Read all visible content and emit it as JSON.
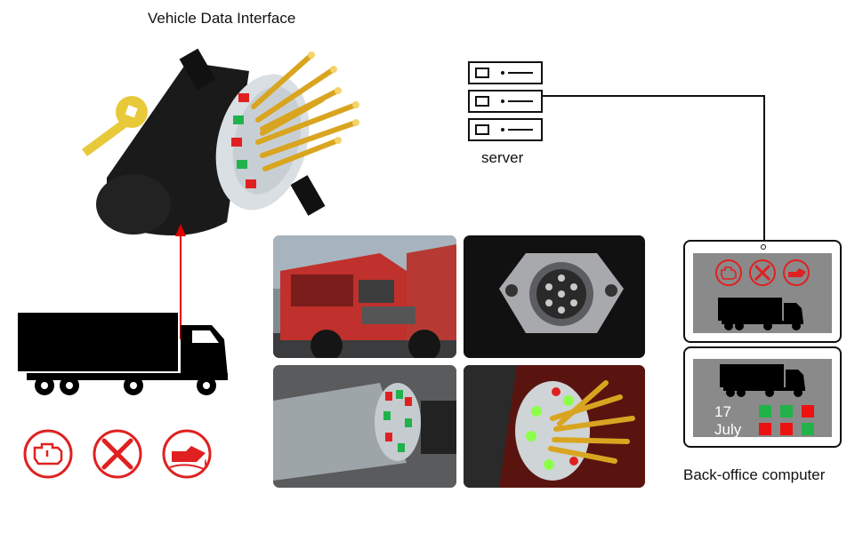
{
  "labels": {
    "vehicle_data_interface": "Vehicle Data Interface",
    "server": "server",
    "back_office_computer": "Back-office computer"
  },
  "screen_date": {
    "day": "17",
    "month": "July"
  },
  "status_grid": [
    [
      "green",
      "green",
      "red"
    ],
    [
      "red",
      "red",
      "green"
    ]
  ],
  "colors": {
    "warning_red": "#e02020",
    "arrow_red": "#e00000",
    "status_green": "#21b24a",
    "status_red": "#ee1111",
    "screen_gray": "#8a8a8a",
    "pin_gold": "#d9a520"
  },
  "icons": [
    "engine-warning-icon",
    "wrench-icon",
    "oil-can-icon",
    "truck-icon",
    "server-icon",
    "connector-icon"
  ]
}
